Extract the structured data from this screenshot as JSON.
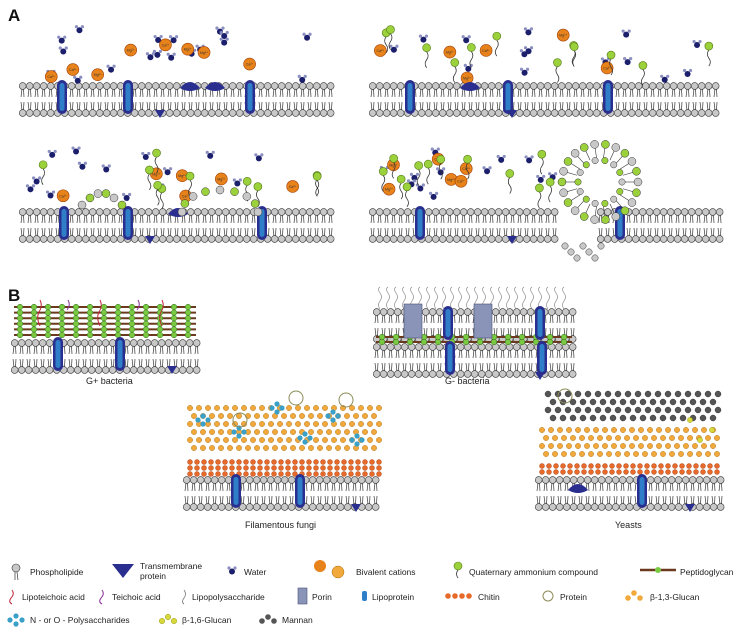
{
  "panels": {
    "a_label": "A",
    "b_label": "B"
  },
  "cation_symbols": [
    "Mg²⁺",
    "Ca²⁺"
  ],
  "captions": {
    "gpos": "G+ bacteria",
    "gneg": "G- bacteria",
    "fungi": "Filamentous fungi",
    "yeasts": "Yeasts"
  },
  "legend": {
    "phospholipide": "Phospholipide",
    "transmembrane": "Transmembrane protein",
    "water": "Water",
    "cations": "Bivalent cations",
    "qac": "Quaternary ammonium compound",
    "peptidoglycan": "Peptidoglycan",
    "lipoteichoic": "Lipoteichoic acid",
    "teichoic": "Teichoic acid",
    "lps": "Lipopolysaccharide",
    "porin": "Porin",
    "lipoprotein": "Lipoprotein",
    "chitin": "Chitin",
    "protein": "Protein",
    "b13": "β-1,3-Glucan",
    "nopoly": "N - or O - Polysaccharides",
    "b16": "β-1,6-Glucan",
    "mannan": "Mannan"
  },
  "colors": {
    "lipid_head": "#c8c8c8",
    "protein": "#2a2f8f",
    "channel": "#2f7fc8",
    "water": "#1c1f6b",
    "cation": "#e8821a",
    "qac": "#9bd13a",
    "peptidoglycan": "#6b3a1e",
    "pg_node": "#7ac943",
    "chitin": "#e86a2a",
    "b13": "#f2a93b",
    "b16": "#d7d93a",
    "nopoly": "#3aa0c8",
    "mannan": "#555555",
    "porin": "#8a94b8"
  }
}
